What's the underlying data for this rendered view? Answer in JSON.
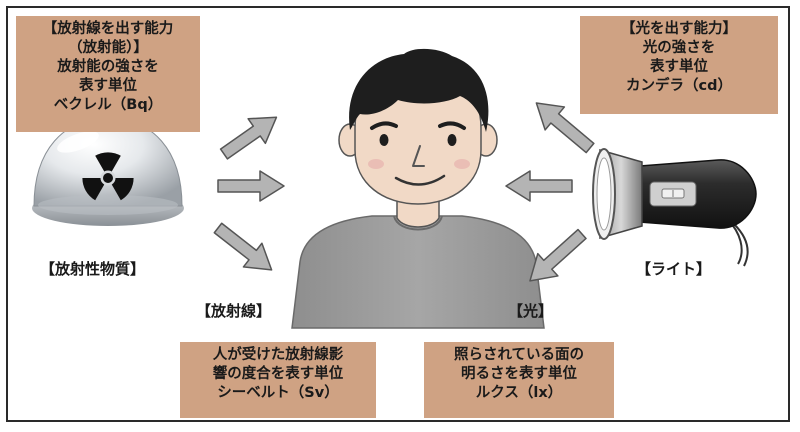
{
  "boxes": {
    "radioactivity": {
      "line1": "【放射線を出す能力",
      "line2": "（放射能）】",
      "line3": "放射能の強さを",
      "line4": "表す単位",
      "line5": "ベクレル（Bq）"
    },
    "luminosity": {
      "line1": "【光を出す能力】",
      "line2": "光の強さを",
      "line3": "表す単位",
      "line4": "カンデラ（cd）"
    },
    "sievert": {
      "line1": "人が受けた放射線影",
      "line2": "響の度合を表す単位",
      "line3": "シーベルト（Sv）"
    },
    "lux": {
      "line1": "照らされている面の",
      "line2": "明るさを表す単位",
      "line3": "ルクス（lx）"
    }
  },
  "labels": {
    "radioactive_material": "【放射性物質】",
    "radiation": "【放射線】",
    "light": "【光】",
    "flashlight": "【ライト】"
  },
  "colors": {
    "box_fill": "#cfa283",
    "arrow_fill": "#b4b4b4",
    "arrow_stroke": "#555555",
    "frame": "#2a2a2a"
  },
  "icons": {
    "radioactive": "radiation-trefoil-icon",
    "person": "person-illustration",
    "flashlight": "flashlight-icon"
  }
}
